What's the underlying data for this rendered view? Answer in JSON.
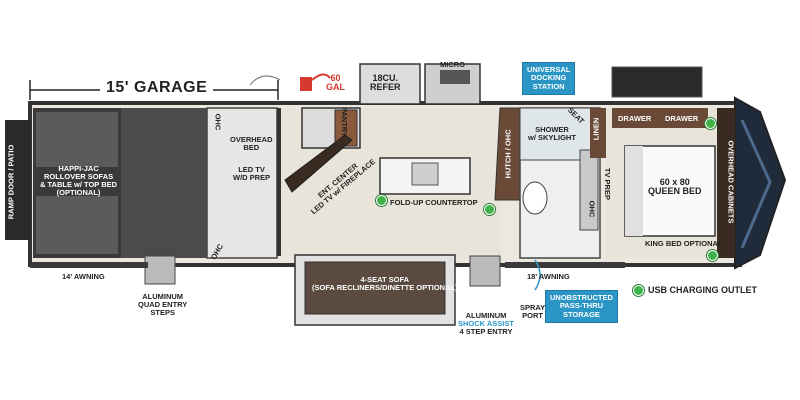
{
  "garage": {
    "label": "15' GARAGE"
  },
  "fuel": {
    "capacity": "60",
    "unit": "GAL"
  },
  "kitchen": {
    "refer": "18CU.\nREFER",
    "micro": "MICRO",
    "pantry": "PANTRY",
    "island": "FOLD-UP COUNTERTOP",
    "ent_center": "ENT. CENTER\nLED TV w/ FIREPLACE"
  },
  "badges": {
    "docking": "UNIVERSAL\nDOCKING\nSTATION",
    "storage": "UNOBSTRUCTED\nPASS-THRU\nSTORAGE"
  },
  "garage_area": {
    "ramp": "RAMP DOOR / PATIO",
    "sofas": "HAPPI-JAC\nROLLOVER SOFAS\n& TABLE w/ TOP BED\n(OPTIONAL)",
    "ohc_top": "OHC",
    "ohc_bottom": "OHC",
    "overhead_bed": "OVERHEAD\nBED",
    "led_tv": "LED TV\nW/D PREP"
  },
  "awnings": {
    "left": "14' AWNING",
    "right": "18' AWNING"
  },
  "entry": {
    "quad": "ALUMINUM\nQUAD ENTRY\nSTEPS",
    "shock_line1": "ALUMINUM",
    "shock_line2": "SHOCK ASSIST",
    "shock_line3": "4 STEP ENTRY",
    "spray": "SPRAY\nPORT"
  },
  "sofa": {
    "label": "4-SEAT SOFA\n(SOFA RECLINERS/DINETTE OPTIONAL)"
  },
  "bath": {
    "shower": "SHOWER\nw/ SKYLIGHT",
    "seat": "SEAT",
    "hutch": "HUTCH / OHC",
    "linen": "LINEN",
    "ohc": "OHC",
    "tv_prep": "TV PREP"
  },
  "bedroom": {
    "drawer1": "DRAWER",
    "drawer2": "DRAWER",
    "bed": "60 x 80\nQUEEN BED",
    "overhead": "OVERHEAD CABINETS",
    "king": "KING BED OPTIONAL"
  },
  "legend": {
    "usb": "USB CHARGING OUTLET"
  },
  "colors": {
    "usb_dot": "#3fb34a",
    "badge_blue": "#2b96c6",
    "wall": "#3a3a3a",
    "floor_wood": "#e9e4da",
    "garage_floor": "#4a4a4a"
  }
}
